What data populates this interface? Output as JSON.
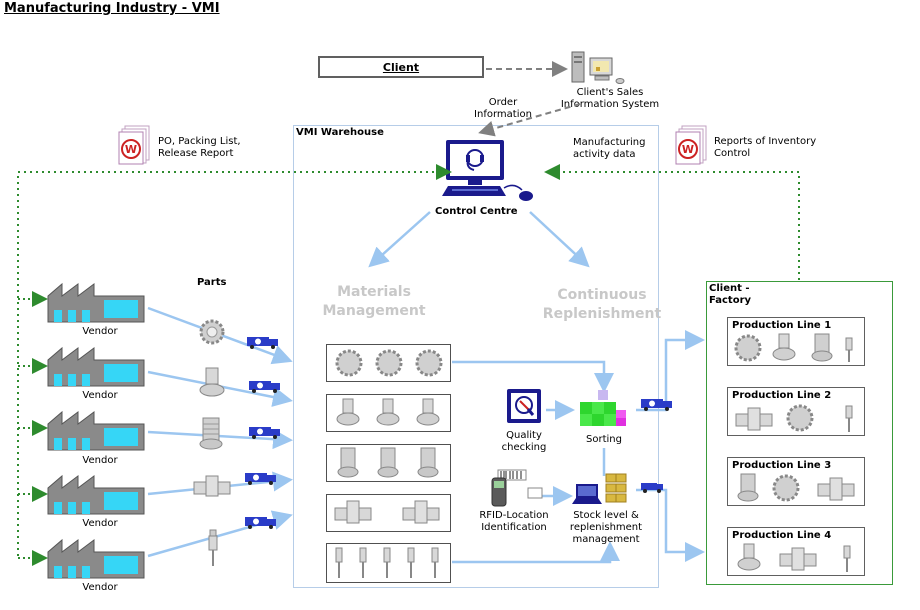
{
  "title": "Manufacturing Industry - VMI",
  "client": {
    "label": "Client"
  },
  "sales_system": {
    "label_line1": "Client's Sales",
    "label_line2": "Information System"
  },
  "order_info": {
    "line1": "Order",
    "line2": "Information"
  },
  "manufacturing_data": {
    "line1": "Manufacturing",
    "line2": "activity data"
  },
  "po_doc": {
    "line1": "PO, Packing List,",
    "line2": "Release Report"
  },
  "reports_doc": {
    "line1": "Reports of Inventory",
    "line2": "Control"
  },
  "warehouse": {
    "label": "VMI Warehouse"
  },
  "control_centre": {
    "label": "Control Centre"
  },
  "materials": {
    "line1": "Materials",
    "line2": "Management"
  },
  "replenishment": {
    "line1": "Continuous",
    "line2": "Replenishment"
  },
  "parts": {
    "label": "Parts"
  },
  "vendors": [
    "Vendor",
    "Vendor",
    "Vendor",
    "Vendor",
    "Vendor"
  ],
  "quality": {
    "line1": "Quality",
    "line2": "checking"
  },
  "sorting": {
    "label": "Sorting"
  },
  "rfid": {
    "line1": "RFID-Location",
    "line2": "Identification"
  },
  "stock": {
    "line1": "Stock level &",
    "line2": "replenishment",
    "line3": "management"
  },
  "factory": {
    "line1": "Client -",
    "line2": "Factory"
  },
  "production_lines": [
    "Production Line 1",
    "Production Line 2",
    "Production Line 3",
    "Production Line 4"
  ],
  "colors": {
    "flow_arrow": "#9cc6f0",
    "dotted_green": "#2e8b2e",
    "dashed_gray": "#808080",
    "factory_border": "#3a9a3a",
    "warehouse_border": "#b6cde8"
  }
}
